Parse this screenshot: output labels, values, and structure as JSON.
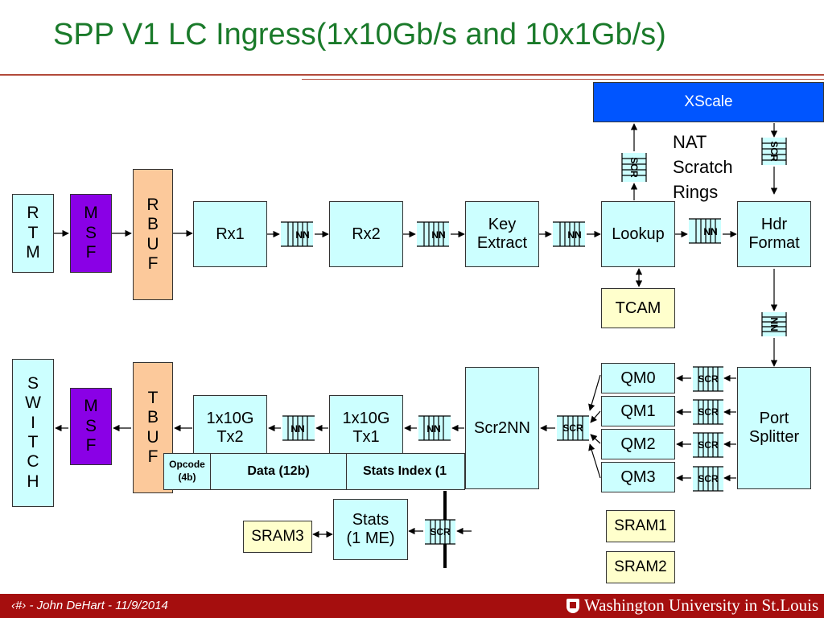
{
  "title": "SPP V1 LC Ingress(1x10Gb/s and 10x1Gb/s)",
  "blocks": {
    "xscale": "XScale",
    "rtm": "R\nT\nM",
    "msf_in": "M\nS\nF",
    "rbuf": "R\nB\nU\nF",
    "rx1": "Rx1",
    "rx2": "Rx2",
    "key_extract": "Key\nExtract",
    "lookup": "Lookup",
    "hdr_format": "Hdr\nFormat",
    "tcam": "TCAM",
    "switch": "S\nW\nI\nT\nC\nH",
    "msf_out": "M\nS\nF",
    "tbuf": "T\nB\nU\nF",
    "tx2": "1x10G\nTx2",
    "tx1": "1x10G\nTx1",
    "scr2nn": "Scr2NN",
    "qm0": "QM0",
    "qm1": "QM1",
    "qm2": "QM2",
    "qm3": "QM3",
    "port_splitter": "Port\nSplitter",
    "sram1": "SRAM1",
    "sram2": "SRAM2",
    "sram3": "SRAM3",
    "stats": "Stats\n(1 ME)"
  },
  "rings": {
    "nn": "NN",
    "scr": "SCR"
  },
  "nat_label": "NAT\nScratch\nRings",
  "data_format": {
    "opcode": "Opcode\n(4b)",
    "data": "Data (12b)",
    "stats_index": "Stats Index (1"
  },
  "footer": {
    "left": "‹#› - John DeHart - 11/9/2014",
    "right": "Washington University in St.Louis"
  },
  "colors": {
    "title": "#1a7a2a",
    "module_fill": "#ccffff",
    "msf_fill": "#8a00e6",
    "buffer_fill": "#fcc99b",
    "memory_fill": "#ffffcc",
    "xscale_fill": "#0055ff",
    "footer_fill": "#a50e0e"
  }
}
